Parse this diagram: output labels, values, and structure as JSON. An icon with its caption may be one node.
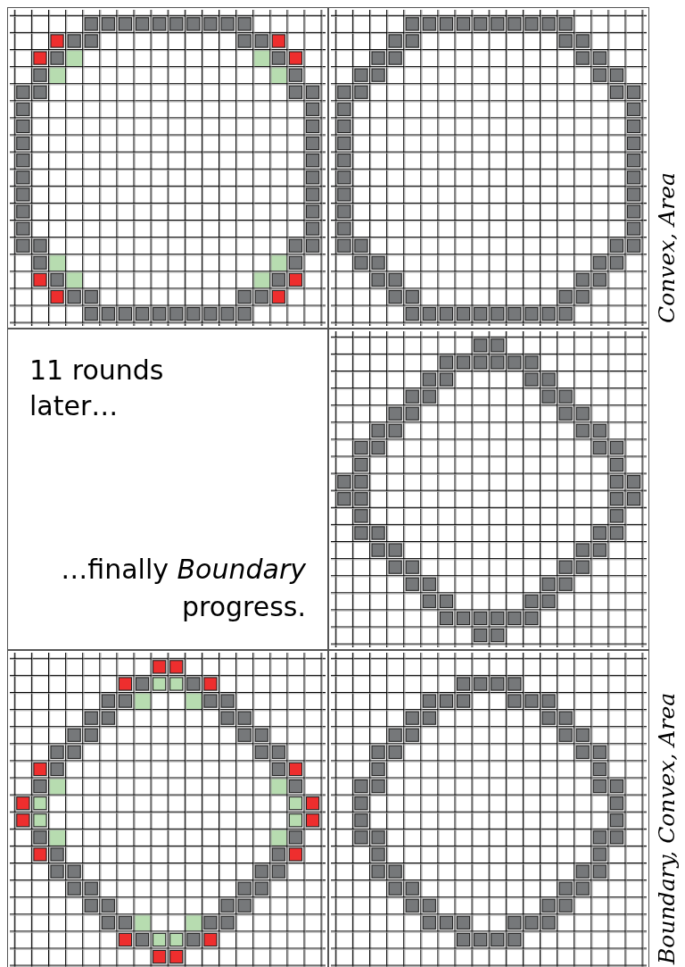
{
  "diagram": {
    "nodes": [
      {
        "text": [],
        "shape": "box"
      },
      {
        "text": [],
        "shape": "box"
      },
      {
        "text": [
          "11 rounds later…",
          "…finally *Boundary* progress."
        ]
      },
      {
        "text": [],
        "shape": "box"
      },
      {
        "text": [],
        "shape": "box"
      },
      {
        "text": [],
        "shape": "box"
      }
    ],
    "labels": [
      "Convex, Area",
      "Boundary, Convex, Area"
    ]
  }
}
